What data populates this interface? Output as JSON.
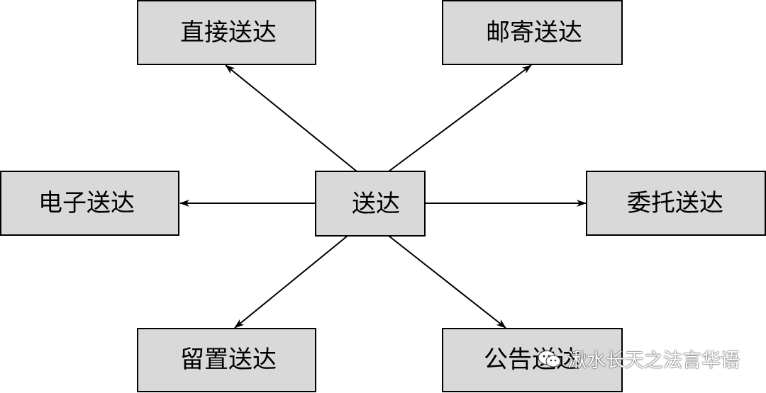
{
  "diagram": {
    "center": {
      "label": "送达"
    },
    "nodes": {
      "direct": {
        "label": "直接送达"
      },
      "mail": {
        "label": "邮寄送达"
      },
      "electronic": {
        "label": "电子送达"
      },
      "entrusted": {
        "label": "委托送达"
      },
      "lodged": {
        "label": "留置送达"
      },
      "public_notice": {
        "label": "公告送达"
      }
    }
  },
  "watermark": {
    "text": "湫水长天之法言华语",
    "icon": "wechat-icon"
  }
}
